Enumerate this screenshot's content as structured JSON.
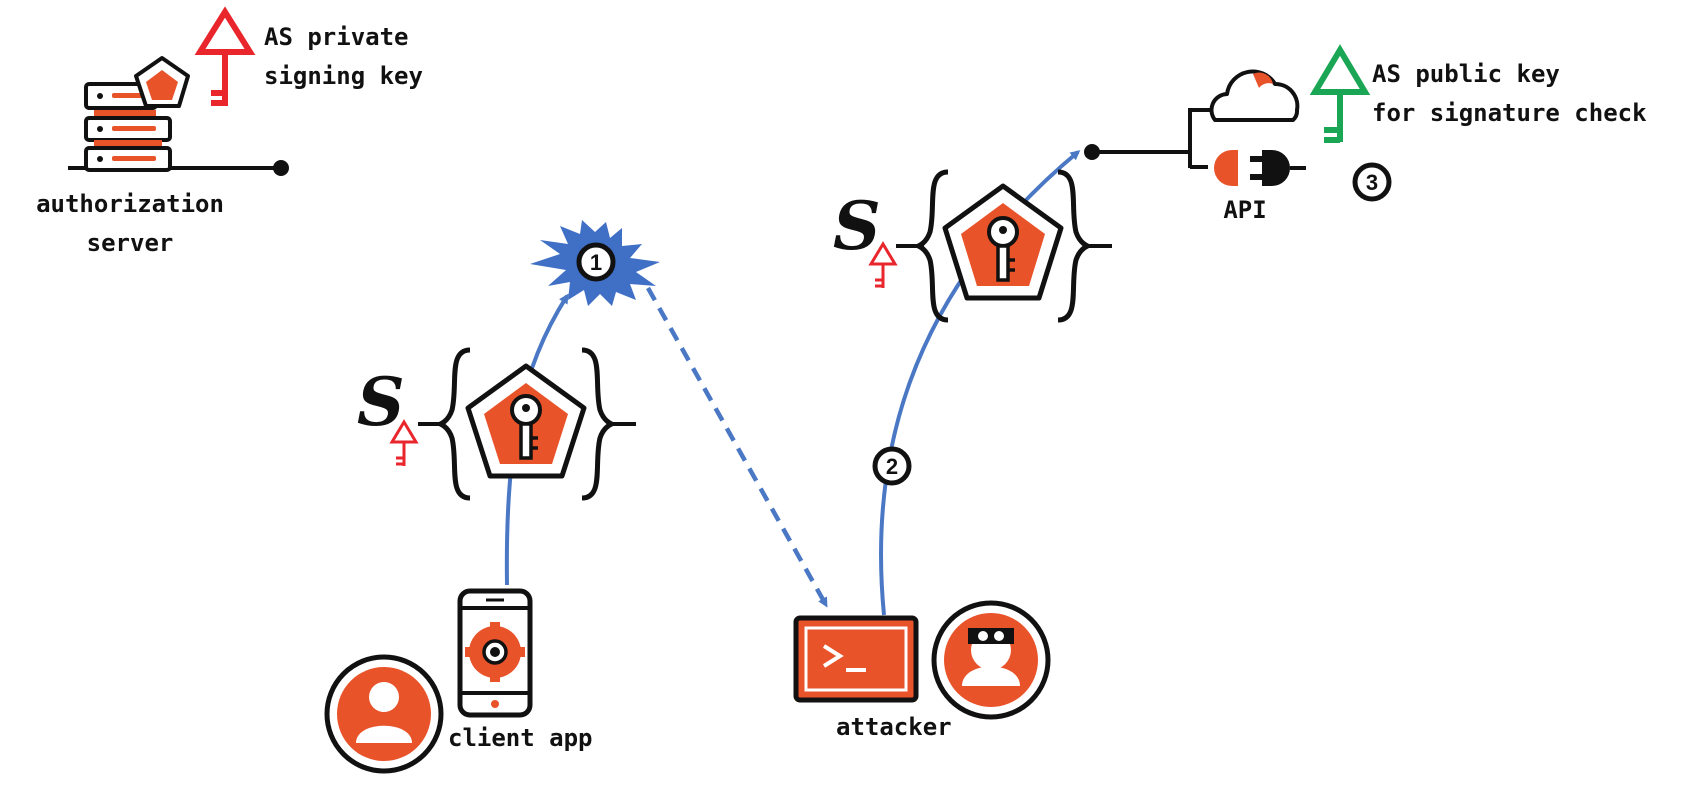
{
  "labels": {
    "authorization_server": [
      "authorization",
      "server"
    ],
    "private_key": [
      "AS private",
      "signing key"
    ],
    "public_key": [
      "AS public key",
      "for signature check"
    ],
    "api": "API",
    "client_app": "client app",
    "attacker": "attacker",
    "signature_symbol": "S"
  },
  "steps": [
    "1",
    "2",
    "3"
  ],
  "colors": {
    "orange": "#E9532A",
    "black": "#111111",
    "blue_arrow": "#4A78C4",
    "private_key_red": "#E8262B",
    "public_key_green": "#1AA655",
    "burst_blue": "#3F70C6"
  },
  "icons": [
    "server-icon",
    "key-icon",
    "cloud-icon",
    "plug-icon",
    "phone-icon",
    "user-icon",
    "terminal-icon",
    "burglar-icon",
    "token-icon",
    "burst-icon"
  ]
}
